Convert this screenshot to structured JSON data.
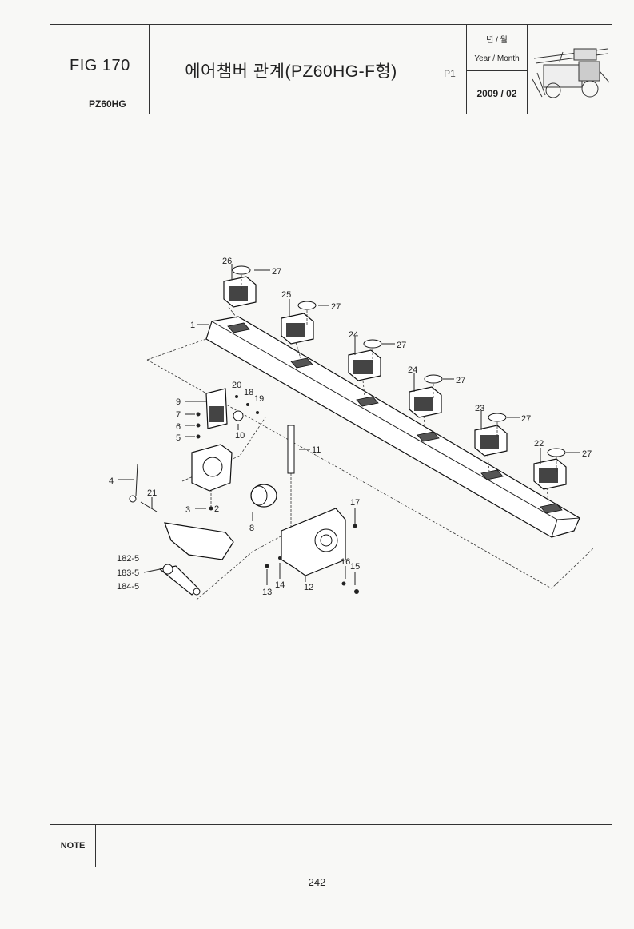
{
  "header": {
    "fig": "FIG 170",
    "model": "PZ60HG",
    "title": "에어챔버 관계(PZ60HG-F형)",
    "page": "P1",
    "year_month_kr": "년 / 월",
    "year_month_en": "Year / Month",
    "date": "2009 / 02"
  },
  "thumbnail": {
    "icon": "rice-transplanter-thumbnail"
  },
  "diagram": {
    "callouts": [
      "1",
      "2",
      "3",
      "4",
      "5",
      "6",
      "7",
      "8",
      "9",
      "10",
      "11",
      "12",
      "13",
      "14",
      "15",
      "16",
      "17",
      "18",
      "19",
      "20",
      "21",
      "22",
      "23",
      "24",
      "24",
      "25",
      "26",
      "27",
      "27",
      "27",
      "27",
      "27",
      "27",
      "182-5",
      "183-5",
      "184-5"
    ]
  },
  "note": {
    "label": "NOTE"
  },
  "page_number": "242"
}
